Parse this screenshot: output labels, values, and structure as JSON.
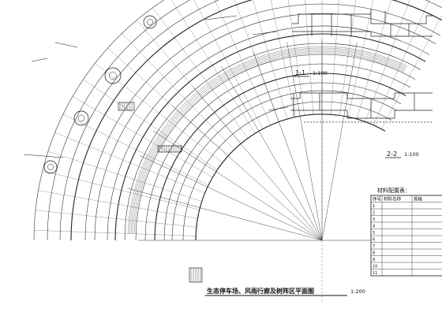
{
  "drawing": {
    "main_title": "生态停车场、风雨行廊及树阵区平面图",
    "main_scale": "1:200",
    "section_1": {
      "label": "1-1",
      "scale": "1:100"
    },
    "section_2": {
      "label": "2-2",
      "scale": "1:100"
    },
    "table": {
      "title": "材料配置表：",
      "headers": [
        "序号",
        "材料名称",
        "规格"
      ],
      "rows": [
        [
          "1",
          "",
          ""
        ],
        [
          "2",
          "",
          ""
        ],
        [
          "3",
          "",
          ""
        ],
        [
          "4",
          "",
          ""
        ],
        [
          "5",
          "",
          ""
        ],
        [
          "6",
          "",
          ""
        ],
        [
          "7",
          "",
          ""
        ],
        [
          "8",
          "",
          ""
        ],
        [
          "9",
          "",
          ""
        ],
        [
          "10",
          "",
          ""
        ],
        [
          "11",
          "",
          ""
        ]
      ]
    }
  }
}
